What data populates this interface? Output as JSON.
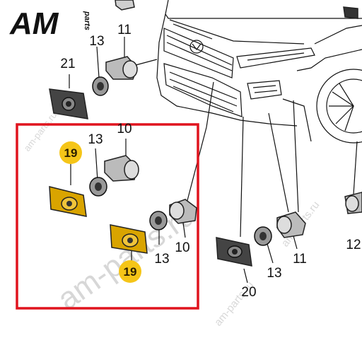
{
  "logo": {
    "main": "AM",
    "sub": "parts"
  },
  "watermarks": [
    "am-parts.ru",
    "am-parts.ru",
    "am-parts.ru",
    "am-parts.ru"
  ],
  "colors": {
    "highlight_frame": "#e0141e",
    "badge_fill": "#f5c518",
    "bracket_fill": "#d9a400"
  },
  "callouts": {
    "c11_top": "11",
    "c13_top": "13",
    "c21": "21",
    "c13_mid": "13",
    "c10_mid": "10",
    "c19_a": "19",
    "c19_b": "19",
    "c13_box": "13",
    "c10_box": "10",
    "c13_right": "13",
    "c11_right": "11",
    "c20": "20",
    "c12": "12"
  }
}
